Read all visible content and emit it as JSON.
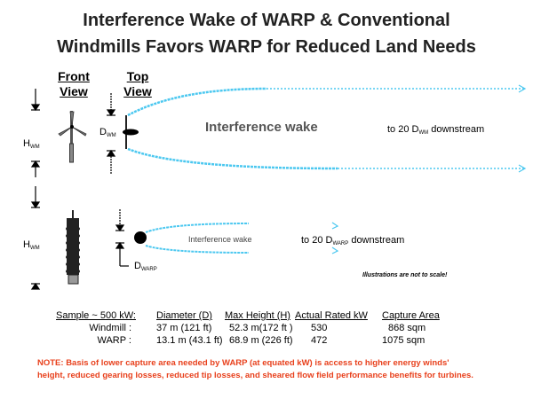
{
  "title": {
    "line1": "Interference Wake of WARP & Conventional",
    "line2": "Windmills Favors WARP for Reduced Land Needs"
  },
  "labels": {
    "front_view_1": "Front",
    "front_view_2": "View",
    "top_view_1": "Top",
    "top_view_2": "View"
  },
  "upper": {
    "h_label": "H",
    "h_sub": "WM",
    "d_label": "D",
    "d_sub": "WM",
    "wake_label": "Interference wake",
    "downstream_prefix": "to 20 ",
    "downstream_d": "D",
    "downstream_sub": "WM",
    "downstream_suffix": " downstream"
  },
  "lower": {
    "h_label": "H",
    "h_sub": "WM",
    "d_label": "D",
    "d_sub": "WARP",
    "wake_label": "Interference wake",
    "downstream_prefix": "to 20 ",
    "downstream_d": "D",
    "downstream_sub": "WARP",
    "downstream_suffix": " downstream",
    "scale_note": "Illustrations are not to scale!"
  },
  "table": {
    "headers": [
      "Sample ~ 500 kW:",
      "Diameter (D)",
      "Max Height (H)",
      "Actual Rated  kW",
      "Capture Area"
    ],
    "rows": [
      [
        "Windmill :",
        "37 m (121 ft)",
        "52.3 m(172 ft )",
        "530",
        "868 sqm"
      ],
      [
        "WARP :",
        "13.1 m (43.1 ft)",
        "68.9 m  (226 ft)",
        "472",
        "1075 sqm"
      ]
    ]
  },
  "note": {
    "line1": "NOTE:  Basis of lower capture area needed by  WARP (at equated kW) is access to higher energy winds'",
    "line2": "height, reduced gearing losses, reduced tip losses, and sheared flow field performance benefits for turbines."
  },
  "colors": {
    "wake": "#4cc8f0",
    "note": "#e8401c"
  }
}
